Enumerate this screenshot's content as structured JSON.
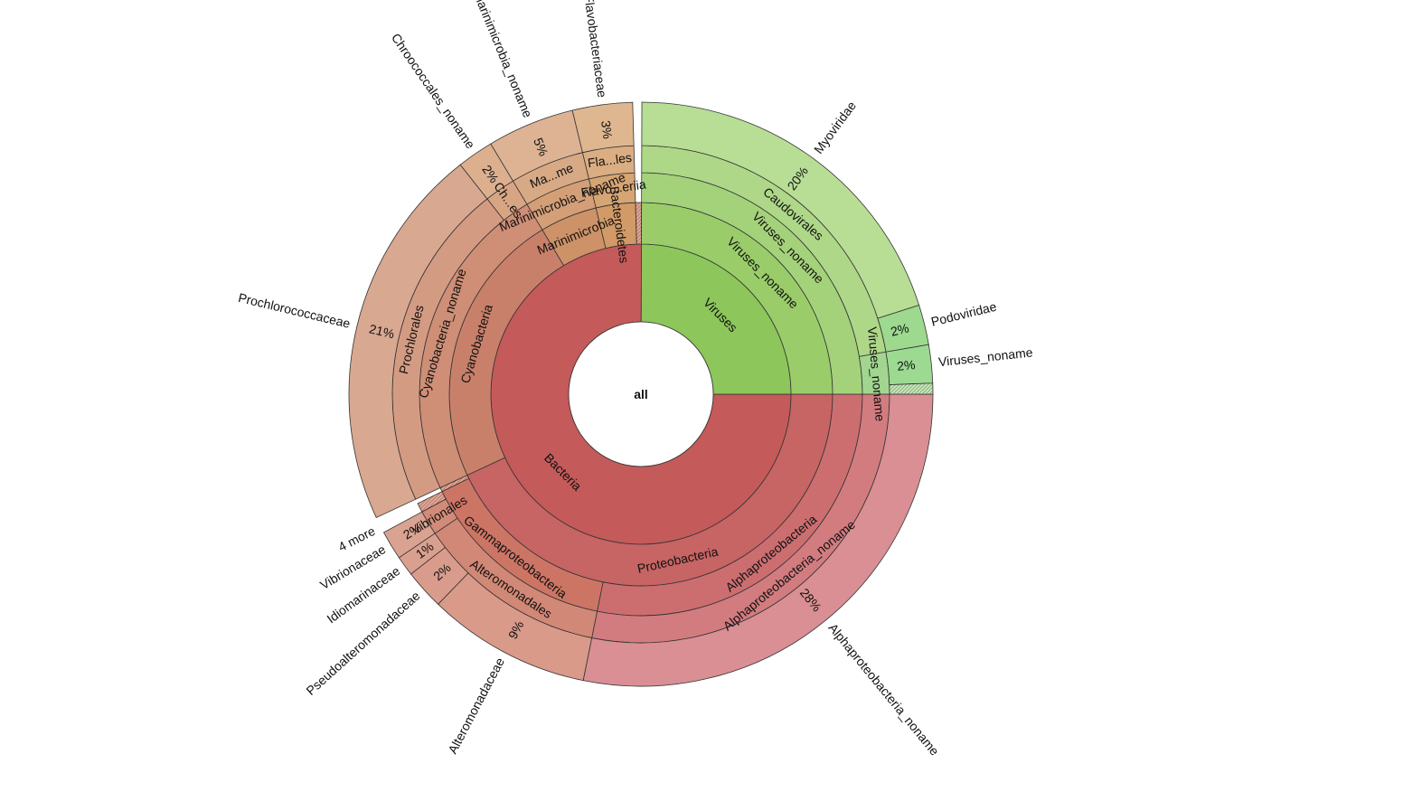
{
  "chart_data": {
    "type": "sunburst",
    "root": {
      "label": "all",
      "children": [
        {
          "name": "Bacteria",
          "label": "Bacteria",
          "color": "#C45A5A",
          "children": [
            {
              "name": "Proteobacteria",
              "label": "Proteobacteria",
              "color": "#C76464",
              "children": [
                {
                  "name": "Alphaproteobacteria",
                  "label": "Alphaproteobacteria",
                  "color": "#CC6E70",
                  "children": [
                    {
                      "name": "Alphaproteobacteria_noname",
                      "label": "Alphaproteobacteria_noname",
                      "color": "#D27C80",
                      "children": [
                        {
                          "name": "Alphaproteobacteria_noname",
                          "label": "28%",
                          "outer": "Alphaproteobacteria_noname",
                          "value": 28.0,
                          "color": "#D98F93"
                        }
                      ]
                    }
                  ]
                },
                {
                  "name": "Gammaproteobacteria",
                  "label": "Gammaproteobacteria",
                  "color": "#CD7565",
                  "children": [
                    {
                      "name": "Alteromonadales",
                      "label": "Alteromonadales",
                      "color": "#D28876",
                      "children": [
                        {
                          "name": "Alteromonadaceae",
                          "label": "9%",
                          "outer": "Alteromonadaceae",
                          "value": 9.0,
                          "color": "#D99A8A"
                        },
                        {
                          "name": "Pseudoalteromonadaceae",
                          "label": "2%",
                          "outer": "Pseudoalteromonadaceae",
                          "value": 2.2,
                          "color": "#D99C8C"
                        },
                        {
                          "name": "Idiomarinaceae",
                          "label": "1%",
                          "outer": "Idiomarinaceae",
                          "value": 1.1,
                          "color": "#DAA08F"
                        }
                      ]
                    },
                    {
                      "name": "Vibrionales",
                      "label": "Vibrionales",
                      "color": "#D28B78",
                      "children": [
                        {
                          "name": "Vibrionaceae",
                          "label": "2%",
                          "outer": "Vibrionaceae",
                          "value": 1.6,
                          "color": "#DAA290"
                        }
                      ]
                    },
                    {
                      "name": "4 more",
                      "label": "",
                      "outer": "4 more",
                      "value": 0.6,
                      "color": "#D4907C",
                      "hatch": true
                    }
                  ]
                },
                {
                  "name": "",
                  "label": "",
                  "value": 0.3,
                  "color": "#CF8070",
                  "hatch": true
                }
              ]
            },
            {
              "name": "Cyanobacteria",
              "label": "Cyanobacteria",
              "color": "#C9806A",
              "children": [
                {
                  "name": "Cyanobacteria_noname",
                  "label": "Cyanobacteria_noname",
                  "color": "#CF8E76",
                  "children": [
                    {
                      "name": "Prochlorales",
                      "label": "Prochlorales",
                      "color": "#D49B83",
                      "children": [
                        {
                          "name": "Prochlorococcaceae",
                          "label": "21%",
                          "outer": "Prochlorococcaceae",
                          "value": 21.2,
                          "color": "#D9A891"
                        }
                      ]
                    },
                    {
                      "name": "Chroococcales",
                      "label": "Ch...es",
                      "color": "#D8A584",
                      "children": [
                        {
                          "name": "Chroococcales_noname",
                          "label": "2%",
                          "outer": "Chroococcales_noname",
                          "value": 2.0,
                          "color": "#DCB08F"
                        }
                      ]
                    }
                  ]
                }
              ]
            },
            {
              "name": "Marinimicrobia",
              "label": "Marinimicrobia",
              "color": "#CE9268",
              "children": [
                {
                  "name": "Marinimicrobia_noname",
                  "label": "Marinimicrobia_noname",
                  "color": "#D49F77",
                  "children": [
                    {
                      "name": "Marinimicrobia_noname",
                      "label": "Ma...me",
                      "color": "#D8A985",
                      "children": [
                        {
                          "name": "Marinimicrobia_noname",
                          "label": "5%",
                          "outer": "Marinimicrobia_noname",
                          "value": 4.8,
                          "color": "#DDB393"
                        }
                      ]
                    }
                  ]
                }
              ]
            },
            {
              "name": "Bacteroidetes",
              "label": "Bacteroidetes",
              "color": "#D19A66",
              "children": [
                {
                  "name": "Flavobacteriia",
                  "label": "Flavo...eriia",
                  "color": "#D6A574",
                  "children": [
                    {
                      "name": "Flavobacteriales",
                      "label": "Fla...les",
                      "color": "#DAAE82",
                      "children": [
                        {
                          "name": "Flavobacteriaceae",
                          "label": "3%",
                          "outer": "Flavobacteriaceae",
                          "value": 3.3,
                          "color": "#DEB790"
                        }
                      ]
                    }
                  ]
                }
              ]
            },
            {
              "name": "",
              "label": "",
              "value": 0.5,
              "color": "#D4A070",
              "hatch": true
            }
          ]
        },
        {
          "name": "Viruses",
          "label": "Viruses",
          "color": "#8DC65B",
          "children": [
            {
              "name": "Viruses_noname",
              "label": "Viruses_noname",
              "color": "#9ACD6A",
              "children": [
                {
                  "name": "Viruses_noname",
                  "label": "Viruses_noname",
                  "color": "#A4D27A",
                  "children": [
                    {
                      "name": "Caudovirales",
                      "label": "Caudovirales",
                      "color": "#AED788",
                      "children": [
                        {
                          "name": "Myoviridae",
                          "label": "20%",
                          "outer": "Myoviridae",
                          "value": 19.9,
                          "color": "#B8DD95"
                        },
                        {
                          "name": "Podoviridae",
                          "label": "2%",
                          "outer": "Podoviridae",
                          "value": 2.2,
                          "color": "#9DD98E"
                        }
                      ]
                    },
                    {
                      "name": "Viruses_noname",
                      "label": "Viruses_noname",
                      "color": "#A2D690",
                      "children": [
                        {
                          "name": "Viruses_noname",
                          "label": "2%",
                          "outer": "Viruses_noname",
                          "value": 2.1,
                          "color": "#9CDA92"
                        },
                        {
                          "name": "",
                          "label": "",
                          "value": 0.6,
                          "color": "#A4D699",
                          "hatch": true
                        }
                      ]
                    }
                  ]
                }
              ]
            }
          ]
        }
      ]
    }
  }
}
